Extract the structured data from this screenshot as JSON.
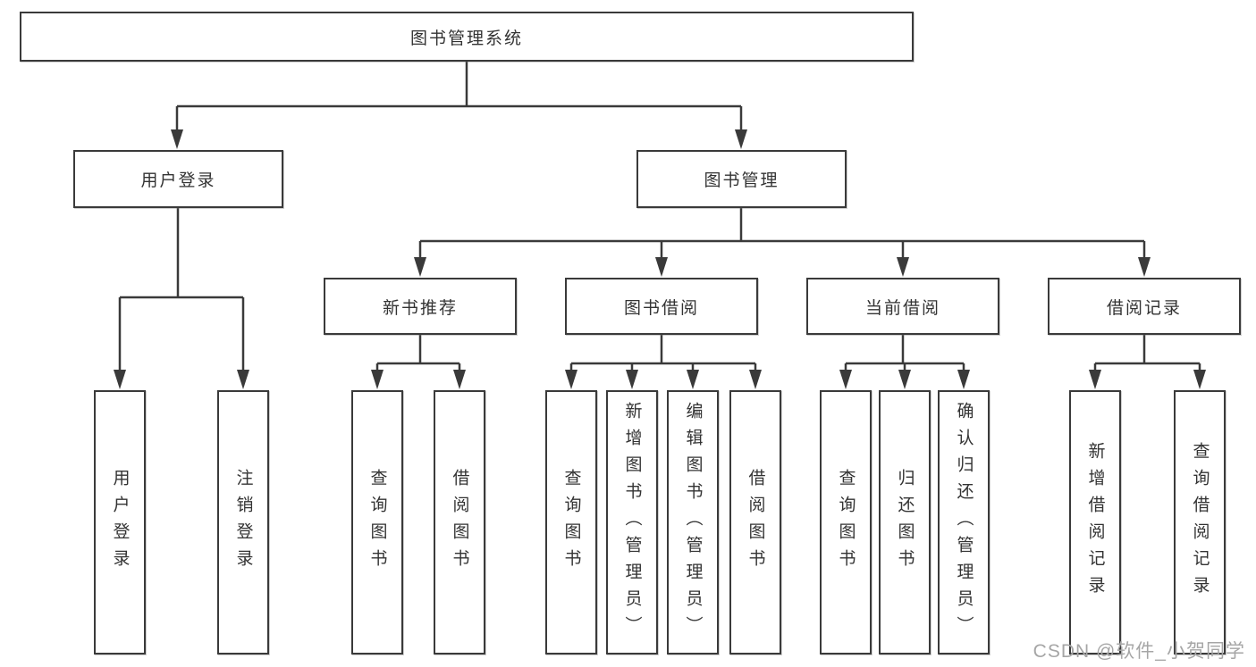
{
  "root": {
    "label": "图书管理系统"
  },
  "login": {
    "label": "用户登录",
    "leaves": [
      "用户登录",
      "注销登录"
    ]
  },
  "management": {
    "label": "图书管理"
  },
  "groups": [
    {
      "label": "新书推荐",
      "leaves": [
        "查询图书",
        "借阅图书"
      ]
    },
    {
      "label": "图书借阅",
      "leaves": [
        "查询图书",
        "新增图书（管理员）",
        "编辑图书（管理员）",
        "借阅图书"
      ]
    },
    {
      "label": "当前借阅",
      "leaves": [
        "查询图书",
        "归还图书",
        "确认归还（管理员）"
      ]
    },
    {
      "label": "借阅记录",
      "leaves": [
        "新增借阅记录",
        "查询借阅记录"
      ]
    }
  ],
  "watermark": "CSDN @软件_小贺同学",
  "colors": {
    "line": "#3a3a3a",
    "text": "#333333",
    "watermark": "#a6a6a6",
    "background": "#ffffff"
  }
}
